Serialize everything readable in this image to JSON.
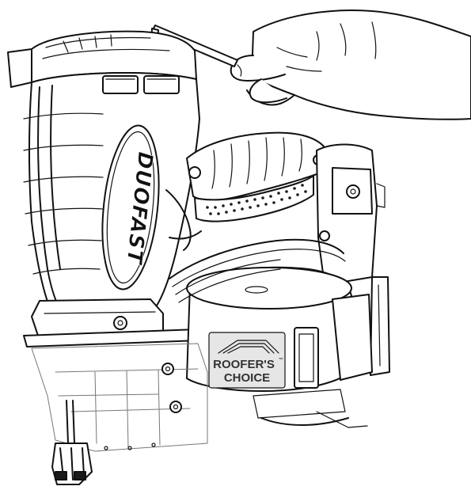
{
  "figure": {
    "brand_logo_text": "DUOFAST",
    "label_line_1": "ROOFER'S",
    "label_trademark": "™",
    "label_line_2": "CHOICE"
  },
  "colors": {
    "ink": "#111111",
    "background": "#ffffff",
    "label_grey": "#e6e6e6"
  },
  "icons": [
    "hex-key-icon",
    "roof-logo-icon"
  ]
}
